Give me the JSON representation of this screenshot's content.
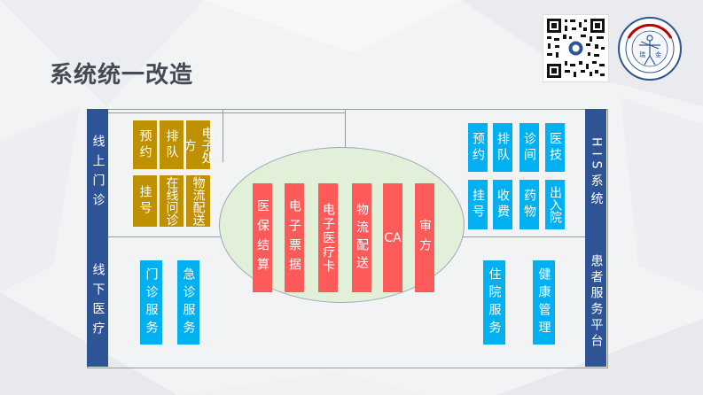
{
  "title": "系统统一改造",
  "left_sidebar": {
    "top": "线上门诊",
    "bottom": "线下医疗"
  },
  "right_sidebar": {
    "top": "HIS系统",
    "bottom": "患者服务平台"
  },
  "online_outpatient_items": [
    "预约",
    "排队",
    "电子处方",
    "挂号",
    "在线问诊",
    "物流配送"
  ],
  "offline_medical_items": [
    "门诊服务",
    "急诊服务"
  ],
  "center_items": [
    "医保结算",
    "电子票据",
    "电子医疗卡",
    "物流配送",
    "CA",
    "审方"
  ],
  "his_items": [
    "预约",
    "排队",
    "诊间",
    "医技",
    "挂号",
    "收费",
    "药物",
    "出入院"
  ],
  "patient_platform_items": [
    "住院服务",
    "健康管理"
  ],
  "colors": {
    "sidebar": "#2f5496",
    "gold": "#bf9000",
    "cyan": "#00b0f0",
    "red": "#ff5a5a",
    "ellipse": "#e2f0d9"
  },
  "icons": {
    "qr": "qr-code-icon",
    "logo": "hospital-seal-logo"
  }
}
